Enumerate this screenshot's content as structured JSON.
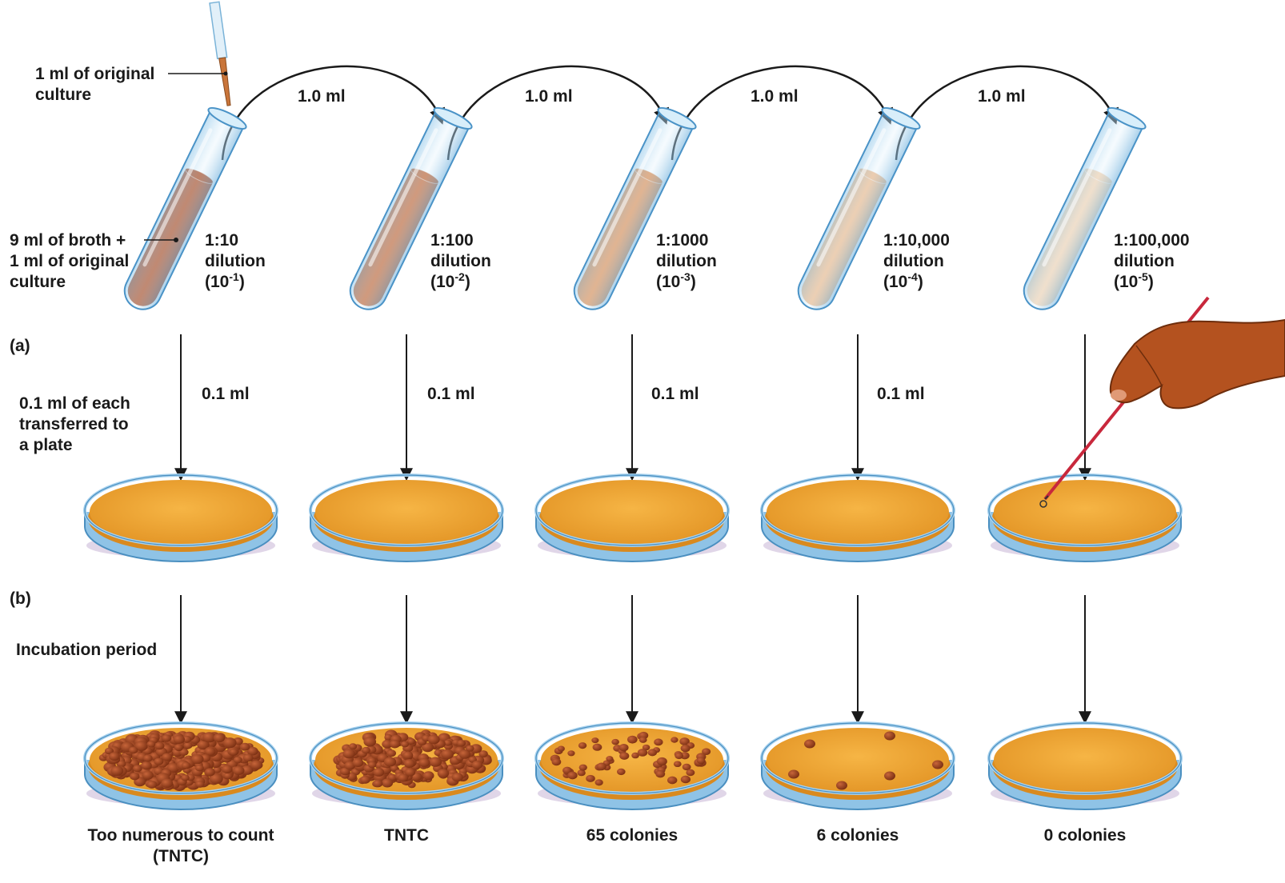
{
  "labels": {
    "original_culture": [
      "1 ml of original",
      "culture"
    ],
    "broth_mix": [
      "9 ml of broth +",
      "1 ml of original",
      "culture"
    ],
    "panel_a": "(a)",
    "panel_b": "(b)",
    "transferred": [
      "0.1 ml of each",
      "transferred to",
      "a plate"
    ],
    "incubation": "Incubation period"
  },
  "transfer_volume": "1.0 ml",
  "plating_volume": "0.1 ml",
  "tubes": [
    {
      "ratio": "1:10",
      "word": "dilution",
      "base": "(10",
      "exp": "-1",
      "close": ")",
      "broth_color": "#a9471c"
    },
    {
      "ratio": "1:100",
      "word": "dilution",
      "base": "(10",
      "exp": "-2",
      "close": ")",
      "broth_color": "#c2622e"
    },
    {
      "ratio": "1:1000",
      "word": "dilution",
      "base": "(10",
      "exp": "-3",
      "close": ")",
      "broth_color": "#dc8c50"
    },
    {
      "ratio": "1:10,000",
      "word": "dilution",
      "base": "(10",
      "exp": "-4",
      "close": ")",
      "broth_color": "#efb887"
    },
    {
      "ratio": "1:100,000",
      "word": "dilution",
      "base": "(10",
      "exp": "-5",
      "close": ")",
      "broth_color": "#f6d3af"
    }
  ],
  "results": [
    "Too numerous to count",
    "TNTC",
    "65 colonies",
    "6 colonies",
    "0 colonies"
  ],
  "results_extra": "(TNTC)",
  "colors": {
    "agar": "#f1a533",
    "agar_dark": "#d98a1f",
    "dish_glass": "#a9d3ef",
    "colony": "#8e3b1a",
    "hand": "#b4521f",
    "pipette": "#c8283c"
  }
}
